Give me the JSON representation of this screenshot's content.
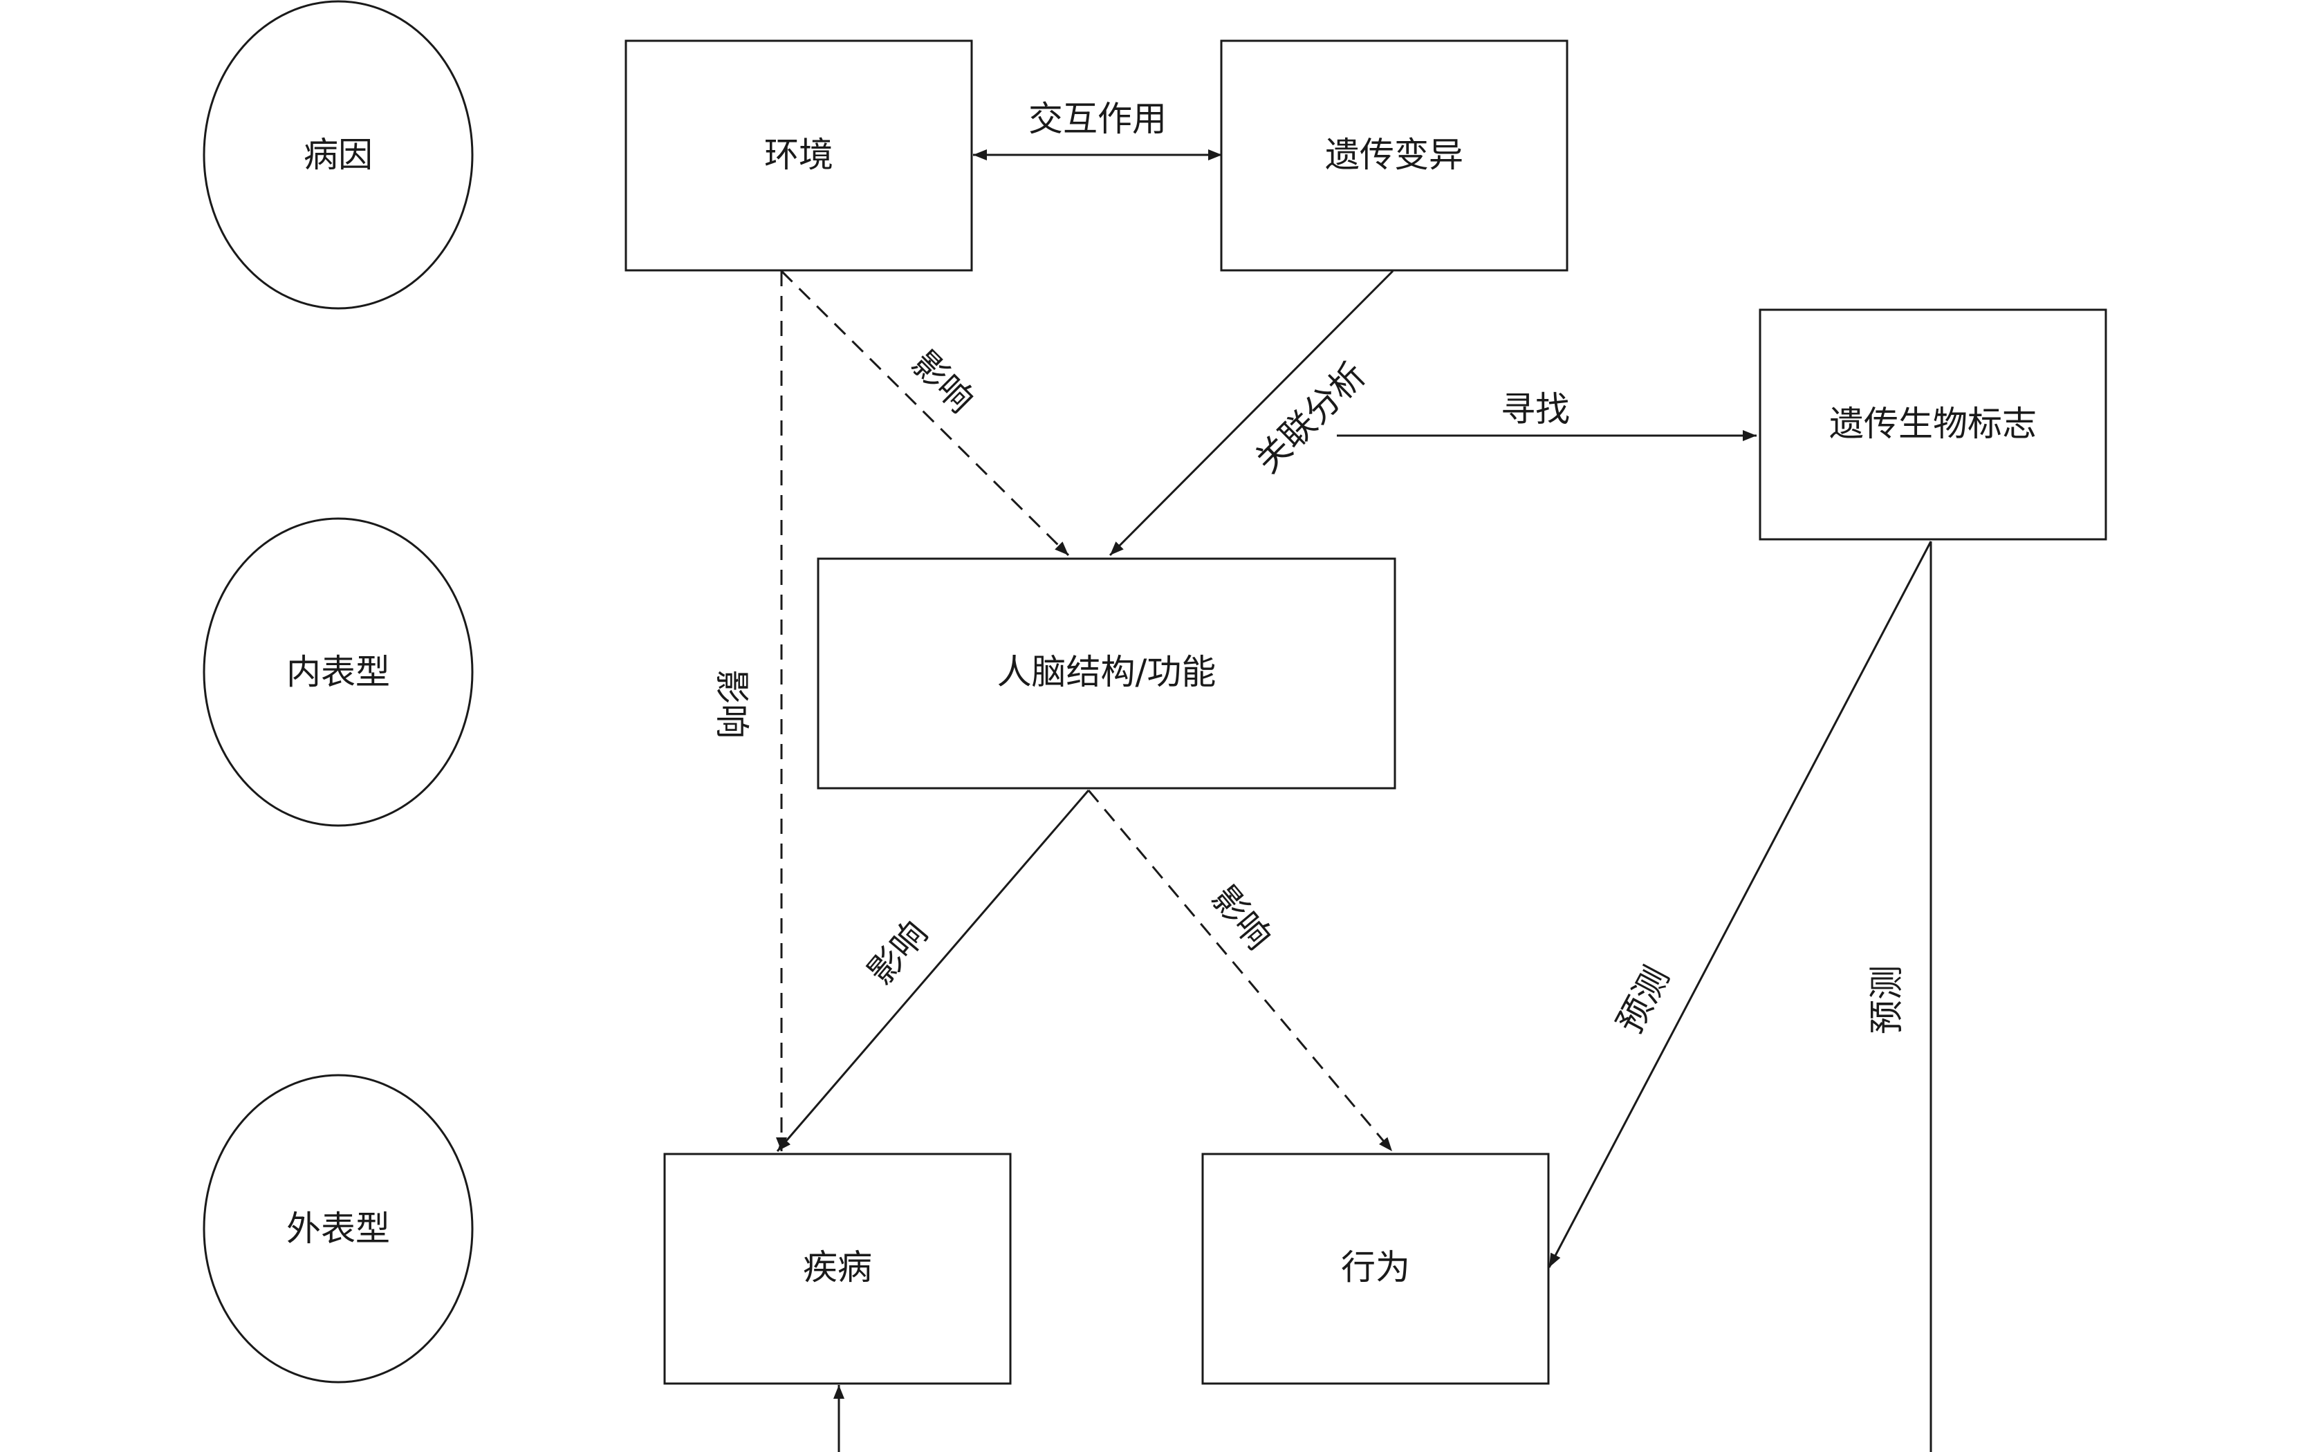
{
  "nodes": {
    "etiology": "病因",
    "endophenotype": "内表型",
    "exophenotype": "外表型",
    "environment": "环境",
    "genetic_variation": "遗传变异",
    "brain": "人脑结构/功能",
    "genetic_biomarker": "遗传生物标志",
    "disease": "疾病",
    "behavior": "行为"
  },
  "edges": {
    "interaction": "交互作用",
    "env_to_brain": "影响",
    "env_to_disease": "影响",
    "association": "关联分析",
    "search": "寻找",
    "brain_to_disease": "影响",
    "brain_to_behavior": "影响",
    "predict_behavior": "预测",
    "predict_disease": "预测"
  },
  "colors": {
    "stroke": "#1a1a1a",
    "background": "#ffffff"
  }
}
